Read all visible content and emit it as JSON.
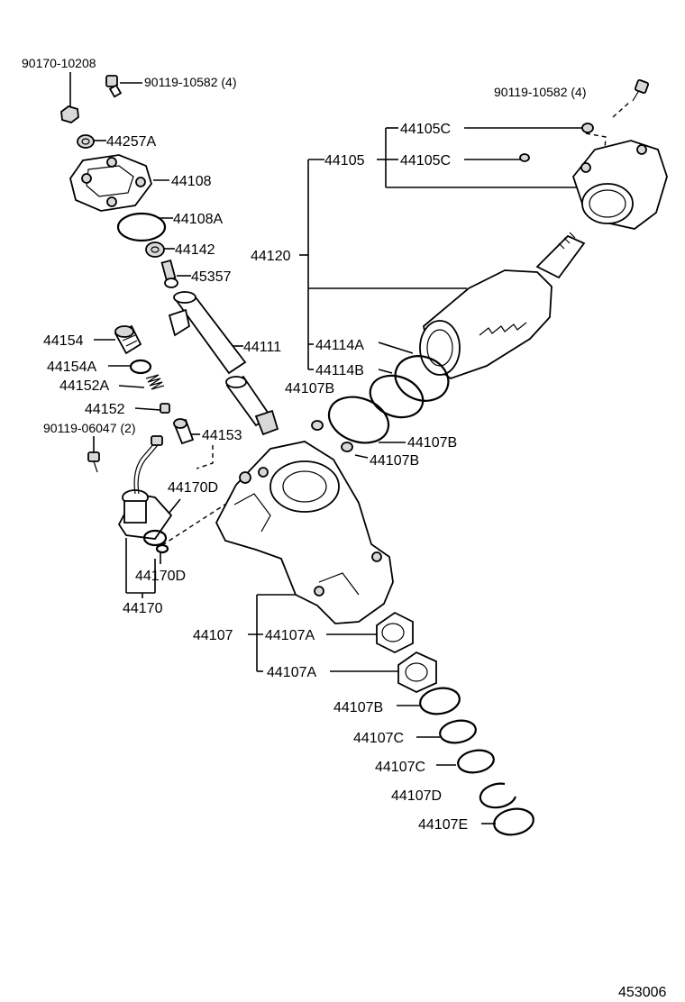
{
  "labels": {
    "p90170_10208": "90170-10208",
    "p90119_10582_left": "90119-10582 (4)",
    "p90119_10582_right": "90119-10582 (4)",
    "p44257A": "44257A",
    "p44108": "44108",
    "p44108A": "44108A",
    "p44142": "44142",
    "p45357": "45357",
    "p44105C_top": "44105C",
    "p44105": "44105",
    "p44105C_mid": "44105C",
    "p44120": "44120",
    "p44154": "44154",
    "p44154A": "44154A",
    "p44152A": "44152A",
    "p44152": "44152",
    "p90119_06047": "90119-06047 (2)",
    "p44111": "44111",
    "p44114A": "44114A",
    "p44114B": "44114B",
    "p44107B_a": "44107B",
    "p44107B_b": "44107B",
    "p44107B_c": "44107B",
    "p44153": "44153",
    "p44170D_a": "44170D",
    "p44170D_b": "44170D",
    "p44170": "44170",
    "p44107": "44107",
    "p44107A_a": "44107A",
    "p44107A_b": "44107A",
    "p44107B_d": "44107B",
    "p44107C_a": "44107C",
    "p44107C_b": "44107C",
    "p44107D": "44107D",
    "p44107E": "44107E"
  },
  "figure_number": "453006"
}
